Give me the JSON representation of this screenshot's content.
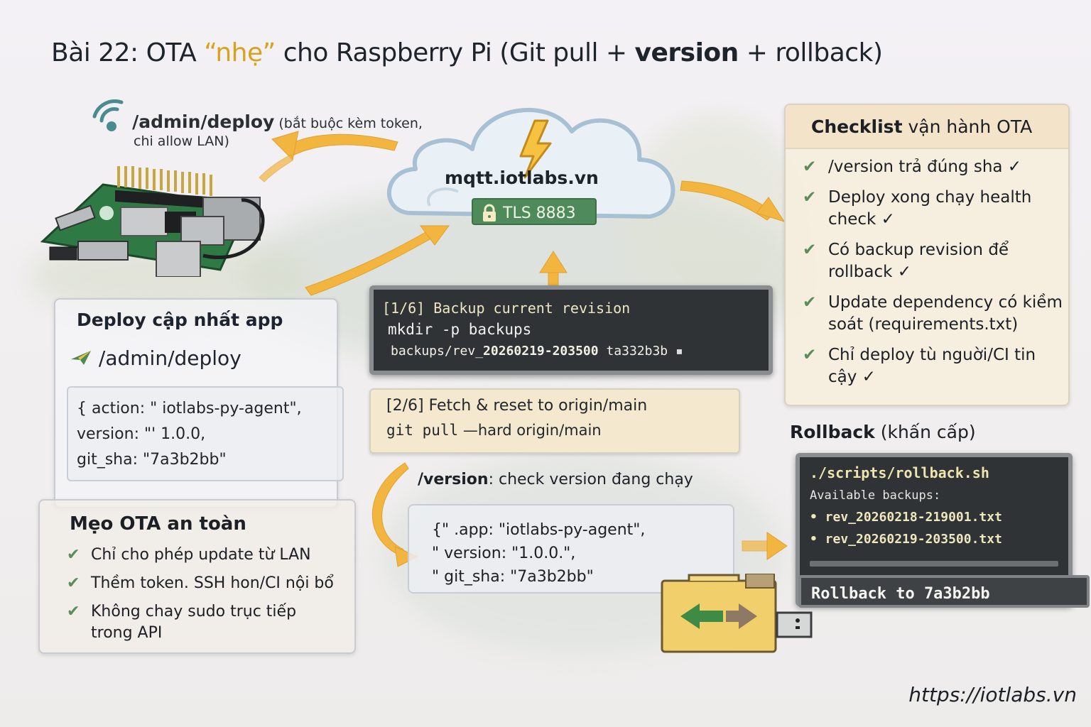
{
  "title": {
    "prefix": "Bài 22: OTA ",
    "highlight": "“nhẹ”",
    "middle": " cho Raspberry Pi (Git pull + ",
    "bold": "version",
    "suffix": " + rollback)"
  },
  "colors": {
    "accent_yellow": "#d9a21d",
    "arrow": "#f2b540",
    "tls_green": "#4f8a5a",
    "check_green": "#5b8c5a",
    "terminal_bg": "#2f3335"
  },
  "wifi_note": {
    "icon": "wifi-icon",
    "route": "/admin/deploy",
    "note_line1": " (bắt buộc kèm token,",
    "note_line2": "chi allow LAN)"
  },
  "cloud": {
    "icon": "lightning-icon",
    "host": "mqtt.iotlabs.vn",
    "tls_icon": "lock-icon",
    "tls_label": "TLS 8883"
  },
  "checklist": {
    "title_bold": "Checklist",
    "title_rest": " vận hành OTA",
    "items": [
      {
        "text": "/version trả đúng sha ✓"
      },
      {
        "text": "Deploy xong chạy health check ✓"
      },
      {
        "text": "Có backup revision để rollback ✓"
      },
      {
        "text": "Update dependency có kiềm soát (requirements.txt)"
      },
      {
        "text": "Chỉ deploy tù nguời/CI tin cậy ✓"
      }
    ]
  },
  "deploy": {
    "title": "Deploy cập nhất app",
    "route_icon": "paper-plane-icon",
    "route": "/admin/deploy",
    "code_lines": [
      "{ action: \" iotlabs-py-agent\",",
      "  version: \"' 1.0.0,",
      "  git_sha: \"7a3b2bb\""
    ]
  },
  "tips": {
    "title": "Mẹo OTA an toàn",
    "items": [
      {
        "text": "Chỉ cho phép update từ LAN"
      },
      {
        "text": "Thềm token. SSH hon/CI nội bổ"
      },
      {
        "text": "Không chay sudo trục tiếp trong API"
      }
    ]
  },
  "step1": {
    "line1": "[1/6] Backup current revision",
    "line2": "mkdir -p backups",
    "line3_path": "backups/rev_",
    "line3_stamp": "20260219-203500",
    "line3_sha": " ta332b3b"
  },
  "step2": {
    "line1": "[2/6] Fetch & reset to origin/main",
    "line2_cmd": "git pull",
    "line2_rest": " —hard origin/main"
  },
  "version": {
    "route": "/version",
    "desc": ": check version đang chạy",
    "code_lines": [
      "{\" .app: \"iotlabs-py-agent\",",
      "\" version: \"1.0.0.\",",
      "\" git_sha:  \"7a3b2bb\""
    ]
  },
  "rollback": {
    "title_bold": "Rollback",
    "title_rest": " (khấn cấp)",
    "script": "./scripts/rollback.sh",
    "available_label": "Available backups:",
    "backups": [
      "• rev_20260218-219001.txt",
      "• rev_20260219-203500.txt"
    ],
    "button": "Rollback to 7a3b2bb",
    "usb_icon": "usb-folder-icon"
  },
  "footer": {
    "site": "https://iotlabs.vn"
  }
}
